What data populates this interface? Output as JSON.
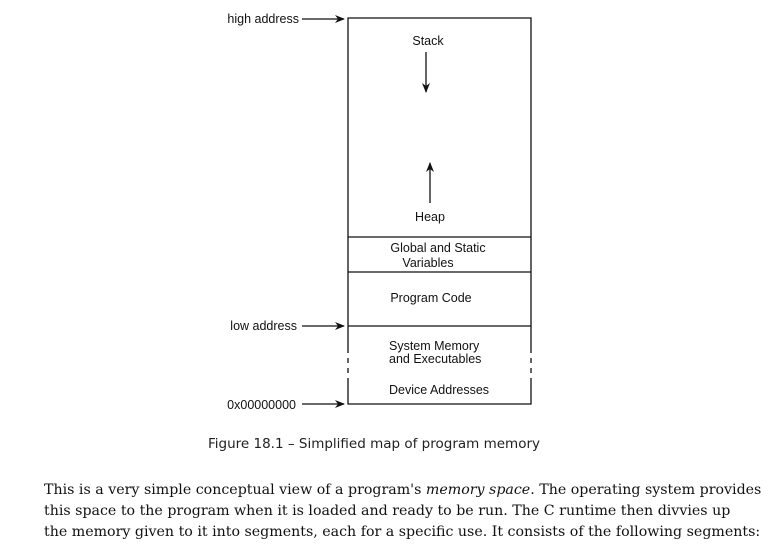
{
  "figure": {
    "labels": {
      "high_address": "high address",
      "low_address": "low address",
      "zero_address": "0x00000000"
    },
    "segments": {
      "stack": "Stack",
      "heap": "Heap",
      "global_static": [
        "Global and Static",
        "Variables"
      ],
      "program_code": "Program Code",
      "system_memory": [
        "System Memory",
        "and Executables"
      ],
      "device_addresses": "Device Addresses"
    },
    "caption": "Figure 18.1 – Simplified map of program memory"
  },
  "paragraph": {
    "lines": [
      {
        "pre": "This is a very simple conceptual view of a program's ",
        "em": "memory space",
        "post": ". The operating system provides"
      },
      {
        "pre": "this space to the program when it is loaded and ready to be run. The C runtime then divvies up",
        "em": "",
        "post": ""
      },
      {
        "pre": "the memory given to it into segments, each for a specific use. It consists of the following segments:",
        "em": "",
        "post": ""
      }
    ]
  }
}
